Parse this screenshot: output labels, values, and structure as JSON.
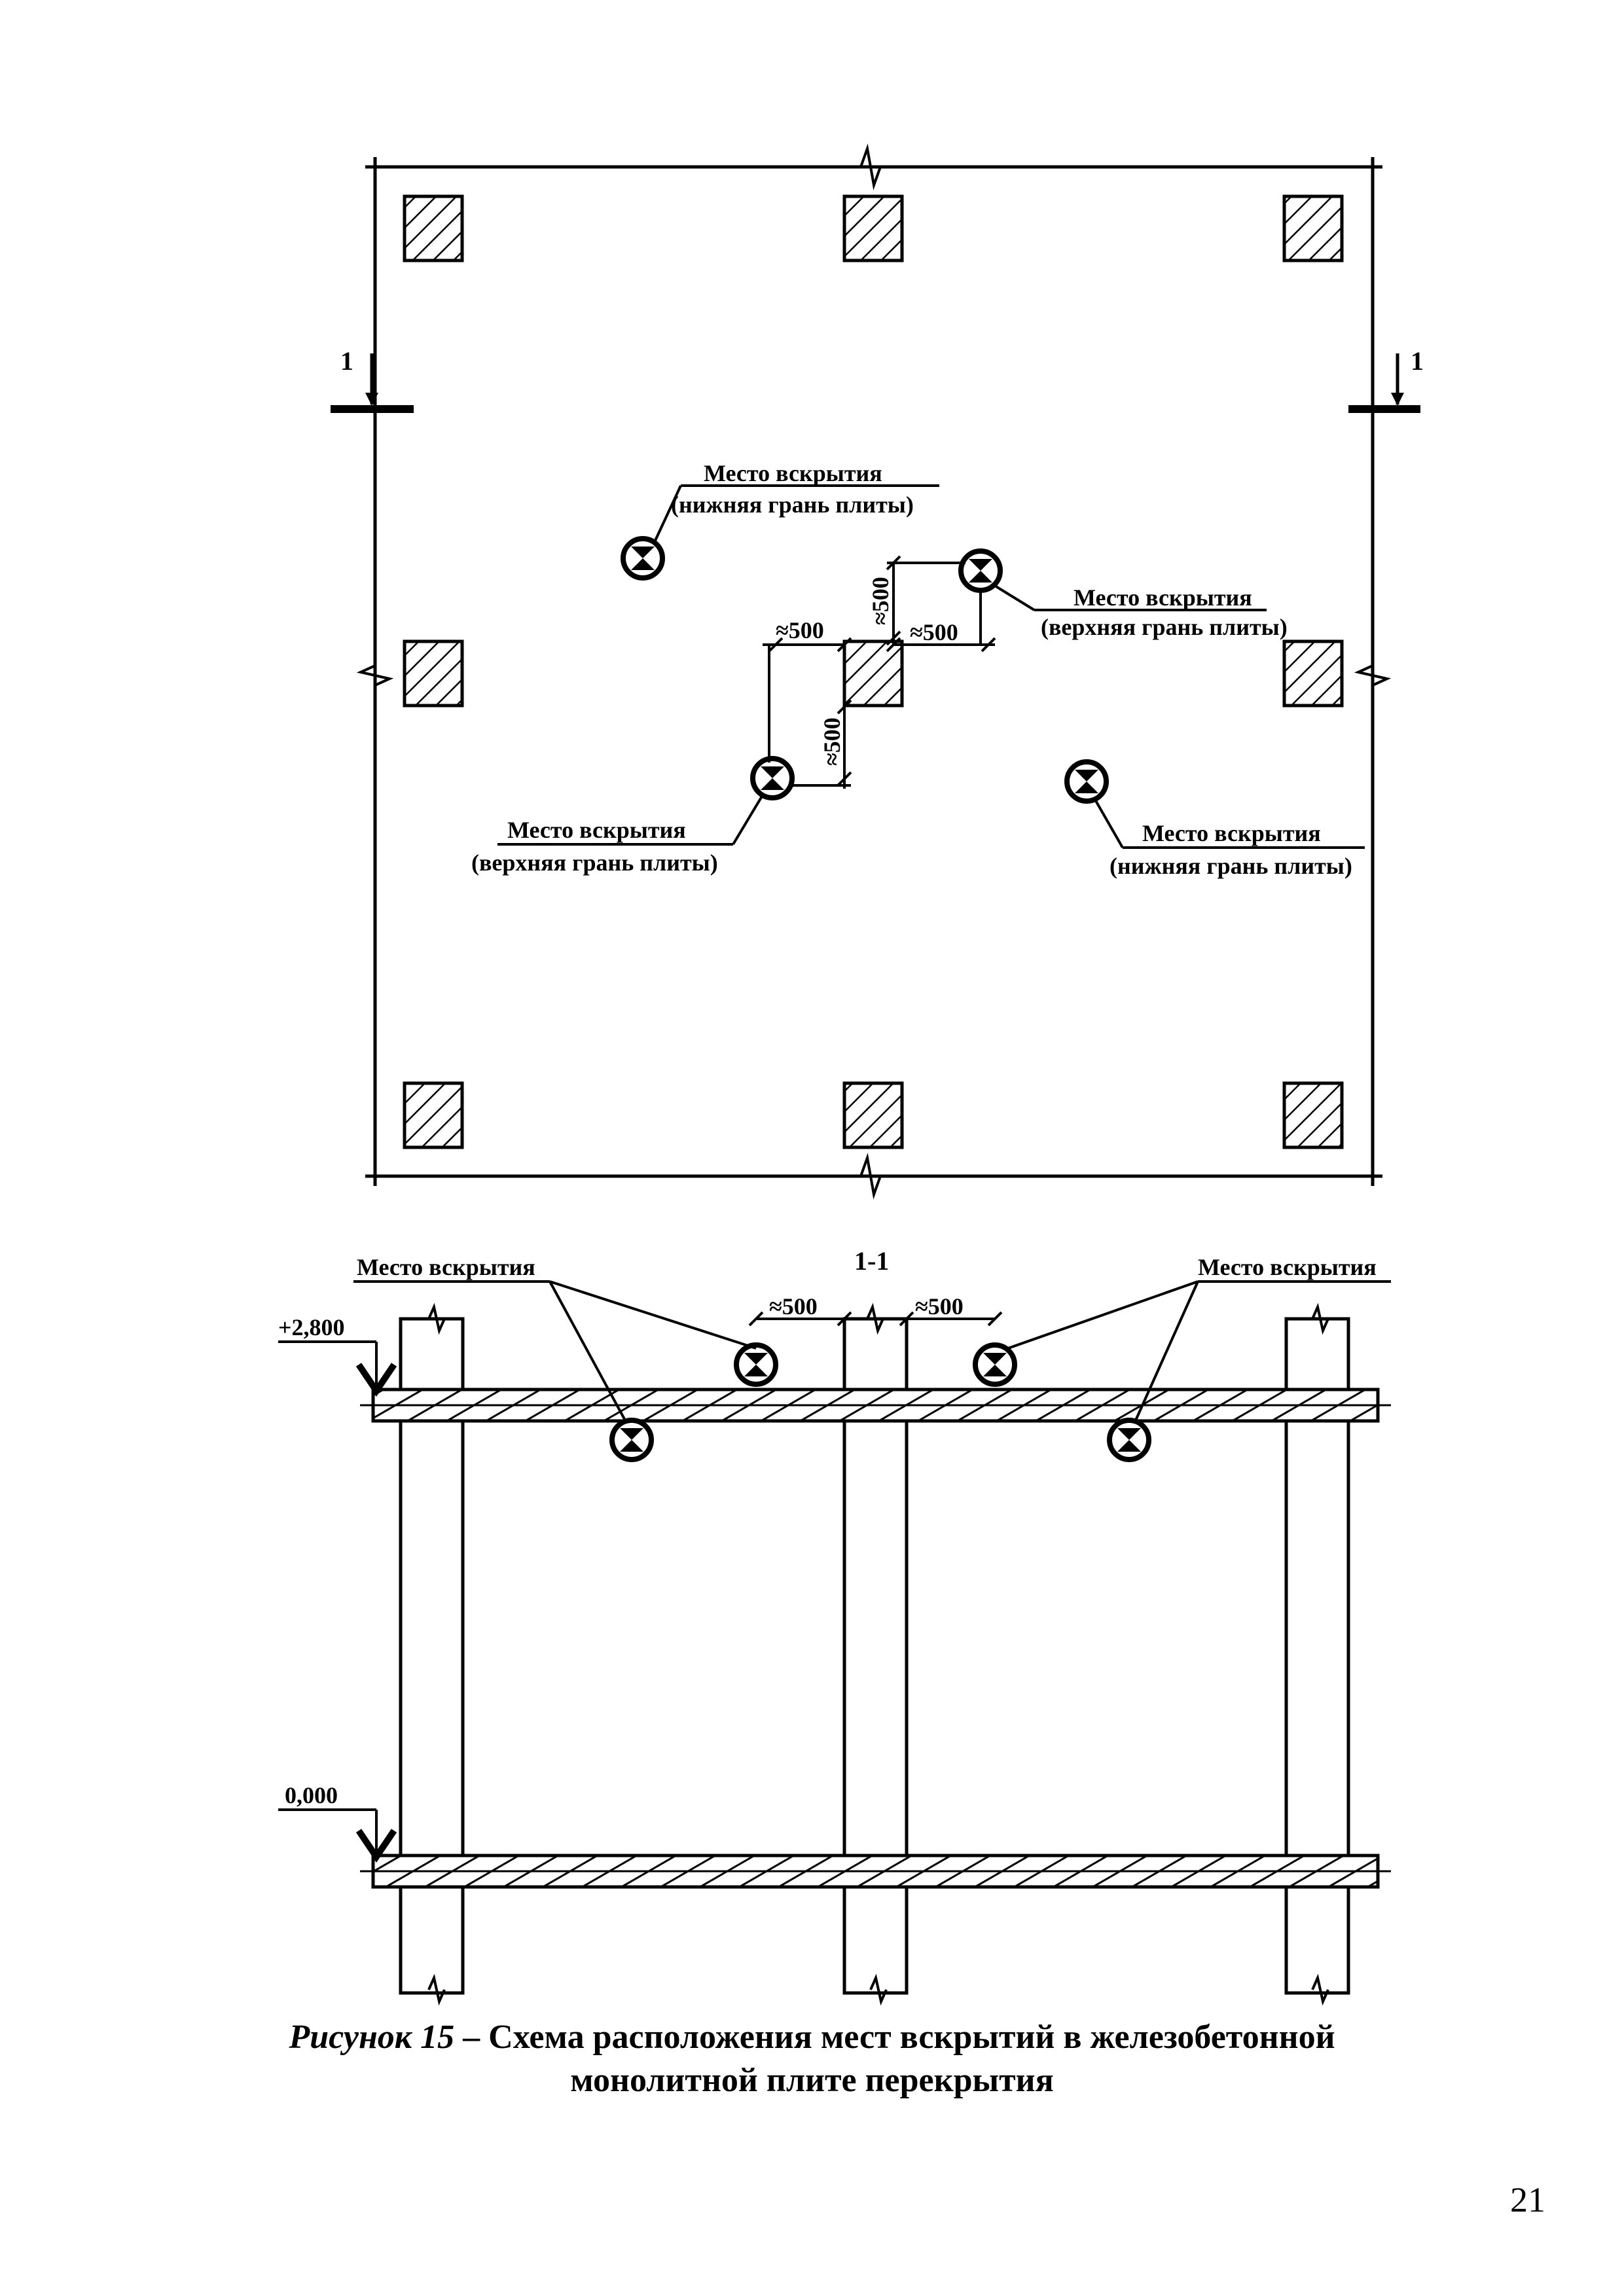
{
  "plan": {
    "section_mark": "1",
    "openings": [
      {
        "title": "Место вскрытия",
        "note": "(нижняя грань плиты)"
      },
      {
        "title": "Место вскрытия",
        "note": "(верхняя грань плиты)"
      },
      {
        "title": "Место вскрытия",
        "note": "(верхняя грань плиты)"
      },
      {
        "title": "Место вскрытия",
        "note": "(нижняя грань плиты)"
      }
    ],
    "dimensions": {
      "d1": "≈500",
      "d2": "≈500",
      "d3": "≈500",
      "d4": "≈500"
    }
  },
  "section": {
    "title": "1-1",
    "left_label": "Место вскрытия",
    "right_label": "Место вскрытия",
    "dim_left": "≈500",
    "dim_right": "≈500",
    "elev_top": "+2,800",
    "elev_bottom": "0,000"
  },
  "caption": {
    "figure": "Рисунок 15",
    "dash": " – ",
    "line1": "Схема расположения мест вскрытий в железобетонной",
    "line2": "монолитной плите перекрытия"
  },
  "page_number": "21"
}
